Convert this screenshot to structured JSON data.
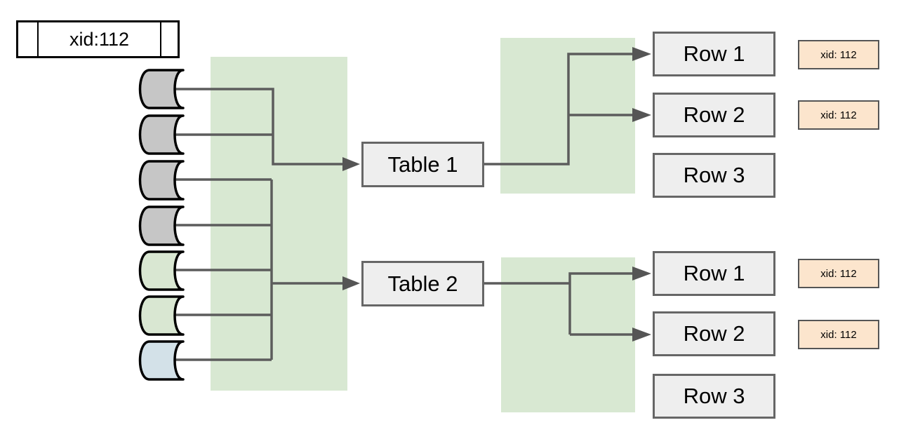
{
  "wal_record": {
    "label": "xid:112"
  },
  "pages": [
    {
      "name": "page-1",
      "color": "#c6c6c6"
    },
    {
      "name": "page-2",
      "color": "#c6c6c6"
    },
    {
      "name": "page-3",
      "color": "#c6c6c6"
    },
    {
      "name": "page-4",
      "color": "#c6c6c6"
    },
    {
      "name": "page-5",
      "color": "#d9e7d2"
    },
    {
      "name": "page-6",
      "color": "#d9e7d2"
    },
    {
      "name": "page-7",
      "color": "#d3e1e8"
    }
  ],
  "tables": [
    {
      "label": "Table 1",
      "rows": [
        {
          "label": "Row 1",
          "badge": "xid: 112"
        },
        {
          "label": "Row 2",
          "badge": "xid: 112"
        },
        {
          "label": "Row 3"
        }
      ]
    },
    {
      "label": "Table 2",
      "rows": [
        {
          "label": "Row 1",
          "badge": "xid: 112"
        },
        {
          "label": "Row 2",
          "badge": "xid: 112"
        },
        {
          "label": "Row 3"
        }
      ]
    }
  ],
  "colors": {
    "highlight_green": "#d8e8d2",
    "page_gray": "#c6c6c6",
    "page_green": "#d9e7d2",
    "page_blue": "#d3e1e8",
    "badge_orange": "#fce5cd",
    "node_fill": "#eeeeee",
    "node_border": "#666666",
    "connector": "#5c5c5c"
  }
}
